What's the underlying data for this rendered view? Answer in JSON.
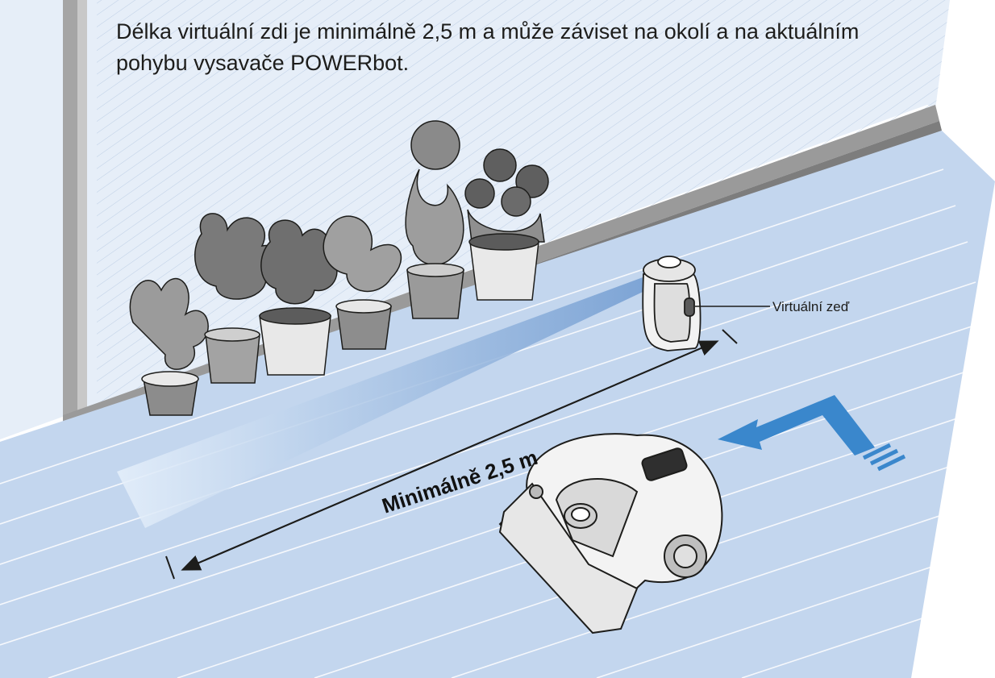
{
  "caption": "Délka virtuální zdi je minimálně 2,5 m a může záviset na okolí a na aktuálním pohybu vysavače POWERbot.",
  "callout_label": "Virtuální zeď",
  "measure_label": "Minimálně 2,5 m",
  "colors": {
    "wall": "#e6eef8",
    "floor": "#c3d6ee",
    "baseboard": "#9a9a9a",
    "beam": "#7fa6d8",
    "arrow": "#3a87cc",
    "outline": "#1d1d1b"
  }
}
